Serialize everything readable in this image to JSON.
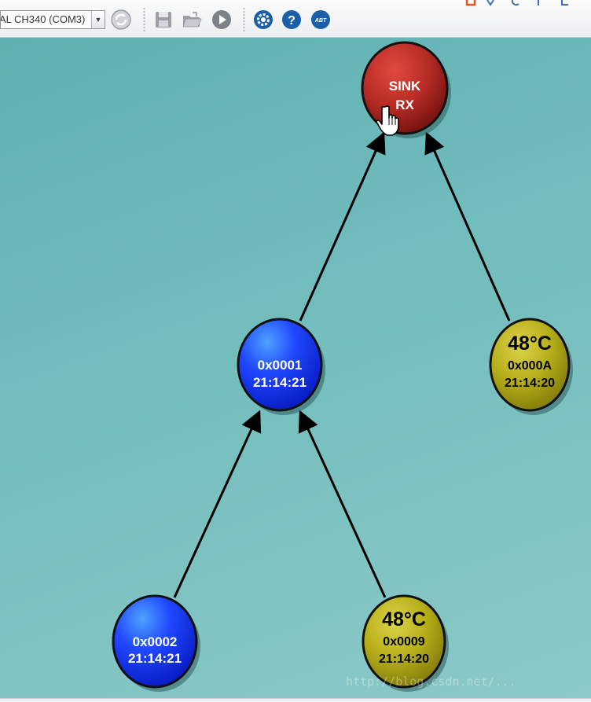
{
  "toolbar": {
    "port_select_value": "AL CH340 (COM3)",
    "icons": [
      "refresh-icon",
      "save-icon",
      "open-folder-icon",
      "play-icon",
      "settings-icon",
      "help-icon",
      "about-icon"
    ],
    "about_label": "ABT",
    "help_label": "?"
  },
  "nodes": [
    {
      "id": "sink",
      "line1": "SINK",
      "line2": "RX",
      "color": "#b32a24"
    },
    {
      "id": "n0001",
      "line1": "0x0001",
      "line2": "21:14:21",
      "color": "#1f3cff"
    },
    {
      "id": "n000A",
      "temp": "48°C",
      "line1": "0x000A",
      "line2": "21:14:20",
      "color": "#b5ad18"
    },
    {
      "id": "n0002",
      "line1": "0x0002",
      "line2": "21:14:21",
      "color": "#1f3cff"
    },
    {
      "id": "n0009",
      "temp": "48°C",
      "line1": "0x0009",
      "line2": "21:14:20",
      "color": "#b5ad18"
    }
  ],
  "watermark": "http://blog.csdn.net/..."
}
